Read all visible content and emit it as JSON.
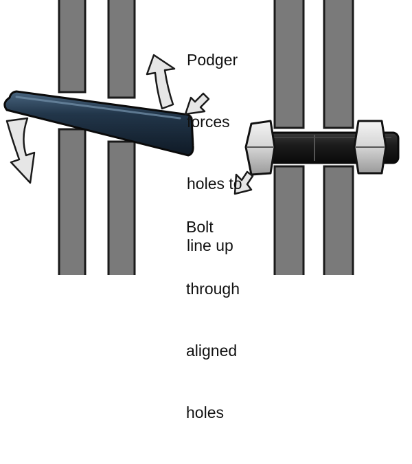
{
  "labels": {
    "podger": {
      "line1": "Podger",
      "line2": "forces",
      "line3": "holes to",
      "line4": "line up"
    },
    "bolt": {
      "line1": "Bolt",
      "line2": "through",
      "line3": "aligned",
      "line4": "holes"
    }
  },
  "colors": {
    "plate_fill": "#7a7a7a",
    "plate_outline": "#1a1a1a",
    "podger_fill": "#1f2f40",
    "podger_highlight": "#3e5a73",
    "bolt_shank": "#1b1b1b",
    "nut_fill": "#d6d6d6",
    "arrow_fill": "#e6e6e6",
    "background": "#ffffff"
  },
  "icons": {
    "rotation_up": "curved-arrow-up-icon",
    "rotation_down": "curved-arrow-down-icon",
    "pointer_podger": "pointer-arrow-icon",
    "pointer_bolt": "pointer-arrow-icon"
  }
}
